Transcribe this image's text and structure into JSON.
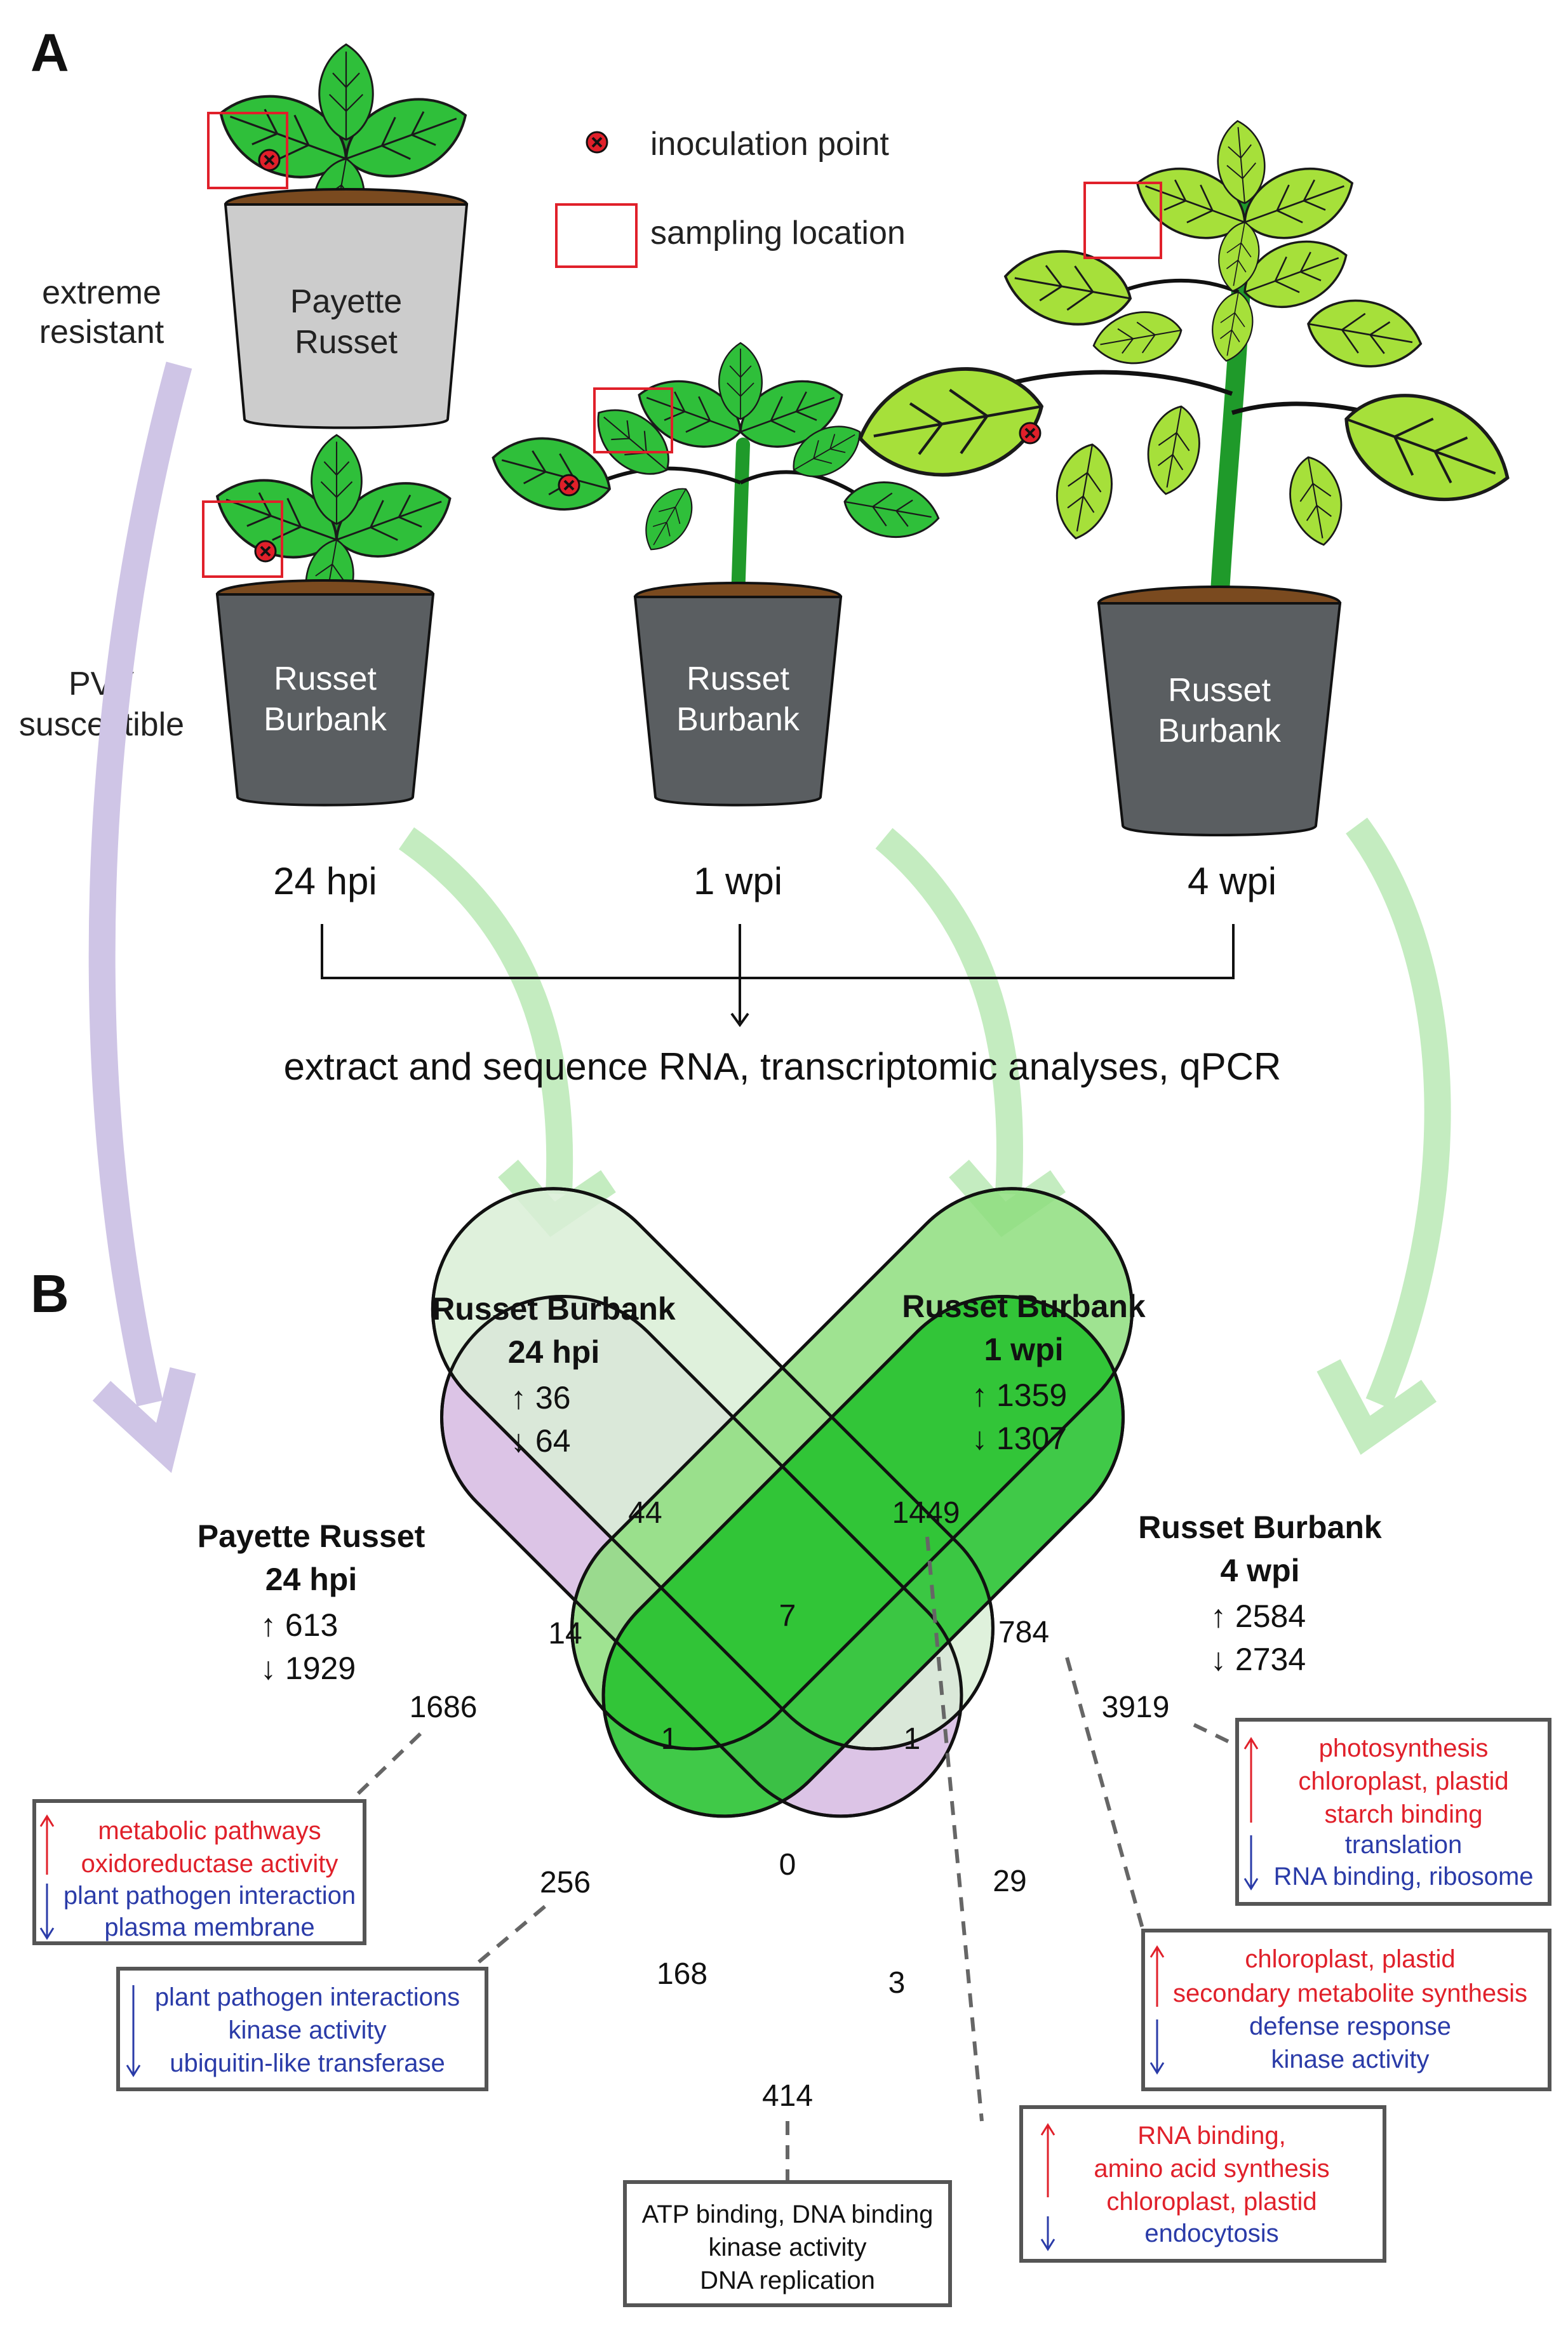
{
  "panels": {
    "a": "A",
    "b": "B"
  },
  "legend": {
    "inoculation": "inoculation point",
    "sampling": "sampling location"
  },
  "panel_a": {
    "side_top_1": "extreme",
    "side_top_2": "resistant",
    "side_bottom_1": "PVY",
    "side_bottom_2": "susceptible",
    "pot_payette_1": "Payette",
    "pot_payette_2": "Russet",
    "pot_rb_1": "Russet",
    "pot_rb_2": "Burbank",
    "time_24": "24 hpi",
    "time_1": "1 wpi",
    "time_4": "4 wpi",
    "workflow": "extract and sequence RNA, transcriptomic analyses, qPCR"
  },
  "venn": {
    "sets": {
      "rb24": {
        "name1": "Russet Burbank",
        "name2": "24 hpi",
        "up": "↑ 36",
        "down": "↓ 64"
      },
      "rb1": {
        "name1": "Russet Burbank",
        "name2": "1 wpi",
        "up": "↑ 1359",
        "down": "↓ 1307"
      },
      "pr24": {
        "name1": "Payette Russet",
        "name2": "24 hpi",
        "up": "↑ 613",
        "down": "↓ 1929"
      },
      "rb4": {
        "name1": "Russet Burbank",
        "name2": "4 wpi",
        "up": "↑ 2584",
        "down": "↓ 2734"
      }
    },
    "counts": {
      "c44": "44",
      "c1449": "1449",
      "c14": "14",
      "c7": "7",
      "c784": "784",
      "c1686": "1686",
      "c3919": "3919",
      "c1a": "1",
      "c1b": "1",
      "c256": "256",
      "c0": "0",
      "c29": "29",
      "c168": "168",
      "c3": "3",
      "c414": "414"
    }
  },
  "boxes": {
    "pr_only": {
      "up1": "metabolic pathways",
      "up2": "oxidoreductase activity",
      "down1": "plant pathogen interaction",
      "down2": "plasma membrane"
    },
    "pr_rb1": {
      "down1": "plant pathogen interactions",
      "down2": "kinase activity",
      "down3": "ubiquitin-like transferase"
    },
    "rb4_only": {
      "up1": "photosynthesis",
      "up2": "chloroplast, plastid",
      "up3": "starch binding",
      "down1": "translation",
      "down2": "RNA binding, ribosome"
    },
    "rb1_rb4": {
      "up1": "chloroplast, plastid",
      "up2": "secondary metabolite synthesis",
      "down1": "defense response",
      "down2": "kinase activity"
    },
    "rb1_only": {
      "up1": "RNA binding,",
      "up2": "amino acid synthesis",
      "up3": "chloroplast, plastid",
      "down1": "endocytosis"
    },
    "pr_rb4": {
      "l1": "ATP binding, DNA binding",
      "l2": "kinase activity",
      "l3": "DNA replication"
    }
  },
  "colors": {
    "green_leaf": "#2fbf3a",
    "light_leaf": "#a6e03a",
    "pot_dark": "#5a5e61",
    "pot_light": "#cccccc",
    "soil": "#7a4a1f",
    "purple_arrow": "#cfc5e6",
    "green_arrow": "#c4ecc0",
    "up_red": "#e0202a",
    "down_blue": "#2a3ba8"
  }
}
